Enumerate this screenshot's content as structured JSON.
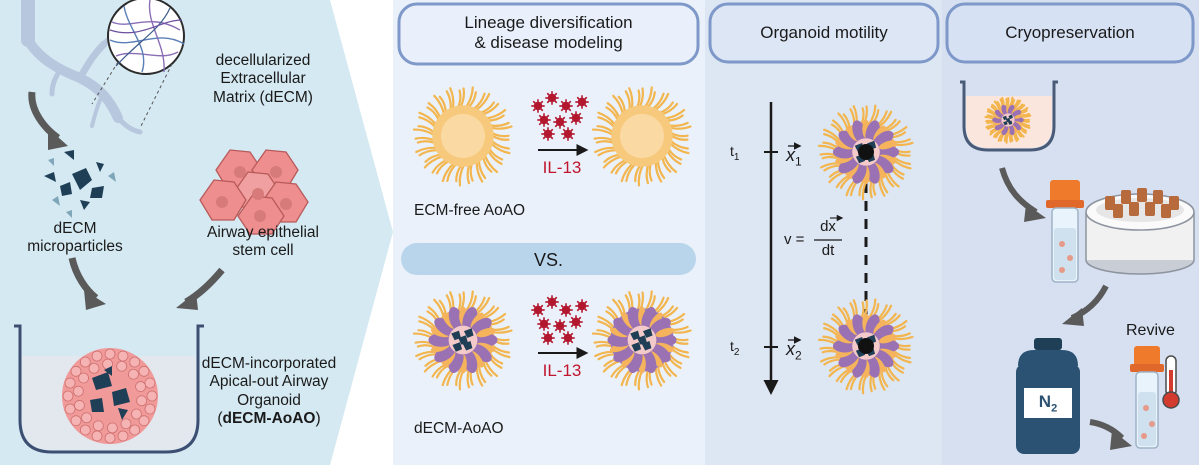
{
  "left_panel": {
    "dECM_label_line1": "decellularized",
    "dECM_label_line2": "Extracellular",
    "dECM_label_line3": "Matrix (dECM)",
    "microparticles_line1": "dECM",
    "microparticles_line2": "microparticles",
    "stem_cell_line1": "Airway epithelial",
    "stem_cell_line2": "stem cell",
    "organoid_line1": "dECM-incorporated",
    "organoid_line2": "Apical-out Airway",
    "organoid_line3": "Organoid",
    "organoid_abbr_open": "(",
    "organoid_abbr": "dECM-AoAO",
    "organoid_abbr_close": ")"
  },
  "lineage": {
    "header_line1": "Lineage diversification",
    "header_line2": "& disease modeling",
    "il13_top": "IL-13",
    "il13_bottom": "IL-13",
    "ecm_free_label": "ECM-free AoAO",
    "vs_label": "VS.",
    "decm_label": "dECM-AoAO"
  },
  "motility": {
    "header": "Organoid motility",
    "t1": "t",
    "t1_sub": "1",
    "t2": "t",
    "t2_sub": "2",
    "x1": "x",
    "x1_sub": "1",
    "x2": "x",
    "x2_sub": "2",
    "v_eq": "v =",
    "v_num": "dx",
    "v_den": "dt"
  },
  "cryo": {
    "header": "Cryopreservation",
    "revive": "Revive",
    "n2": "N",
    "n2_sub": "2"
  },
  "colors": {
    "left_bg": "#d5e9f2",
    "panel_bg": "#eaf1fa",
    "motility_bg": "#dde6f3",
    "cryo_bg": "#d6e0f0",
    "header_border": "#7e99c9",
    "organoid_fringe": "#f3b54d",
    "organoid_purple": "#9a72b3",
    "il13_red": "#b3182f",
    "stem_cell_pink": "#ee8e8e",
    "decm_navy": "#1f3f57"
  }
}
